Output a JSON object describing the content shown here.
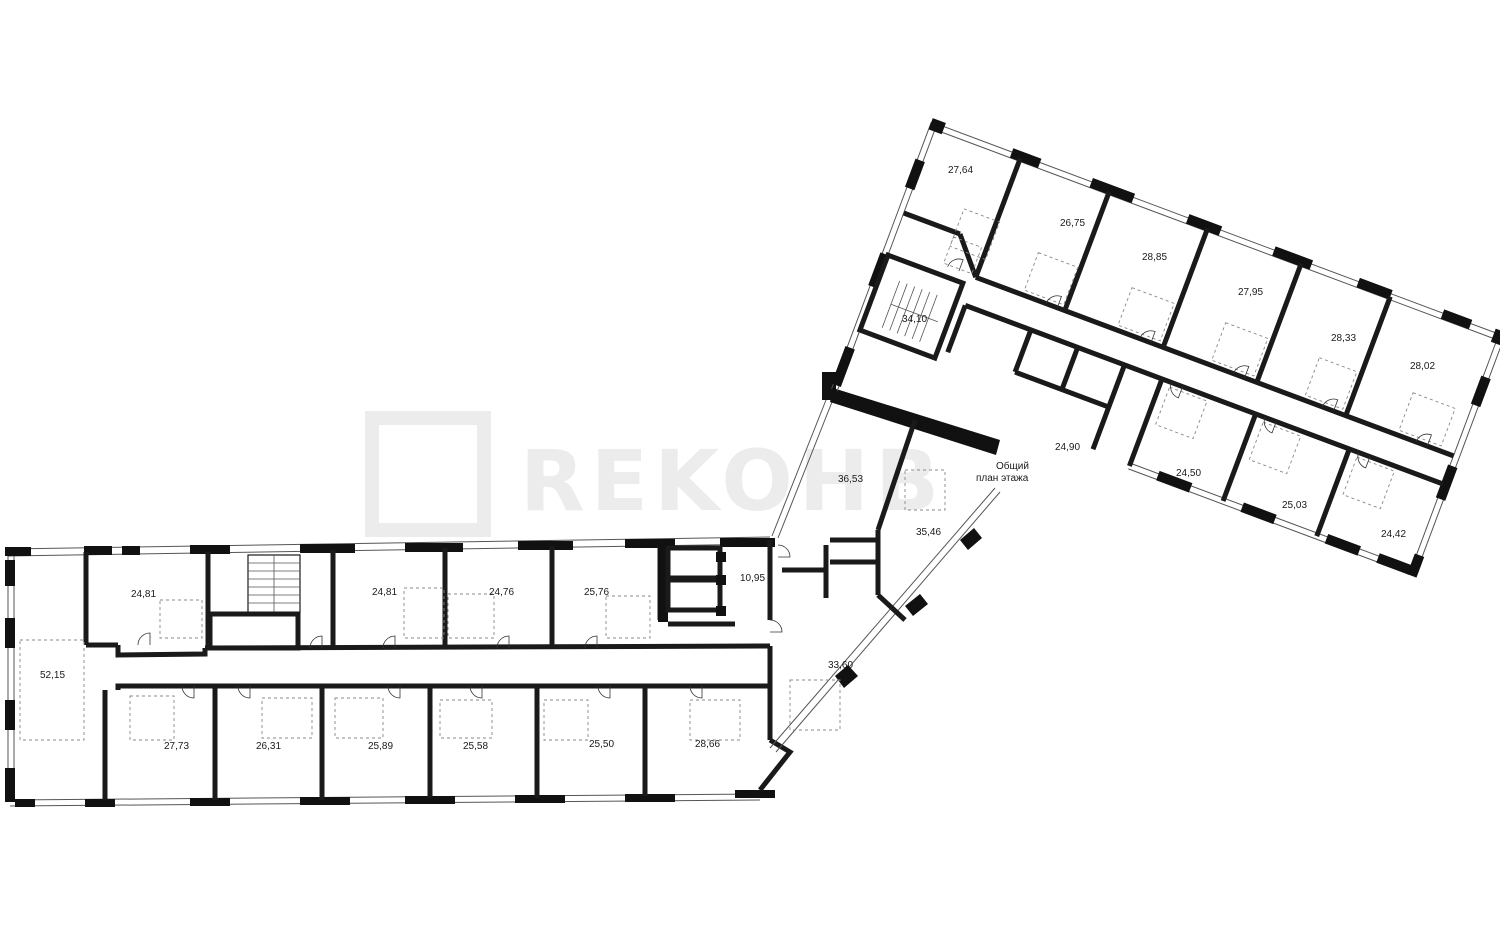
{
  "watermark": {
    "text": "REKOHB"
  },
  "note": {
    "line1": "Общий",
    "line2": "план этажа"
  },
  "rooms": {
    "r5215": "52,15",
    "r2481a": "24,81",
    "r2481b": "24,81",
    "r2476": "24,76",
    "r2576": "25,76",
    "r1095": "10,95",
    "r2773": "27,73",
    "r2631": "26,31",
    "r2589": "25,89",
    "r2558": "25,58",
    "r2550": "25,50",
    "r2866": "28,66",
    "r3360": "33,60",
    "r3546": "35,46",
    "r3653": "36,53",
    "r3410": "34,10",
    "r2764": "27,64",
    "r2675": "26,75",
    "r2885": "28,85",
    "r2795": "27,95",
    "r2833": "28,33",
    "r2802": "28,02",
    "r2490": "24,90",
    "r2450": "24,50",
    "r2503": "25,03",
    "r2442": "24,42"
  },
  "colors": {
    "wall": "#1a1a1a",
    "watermark": "#ececec",
    "background": "#ffffff"
  }
}
